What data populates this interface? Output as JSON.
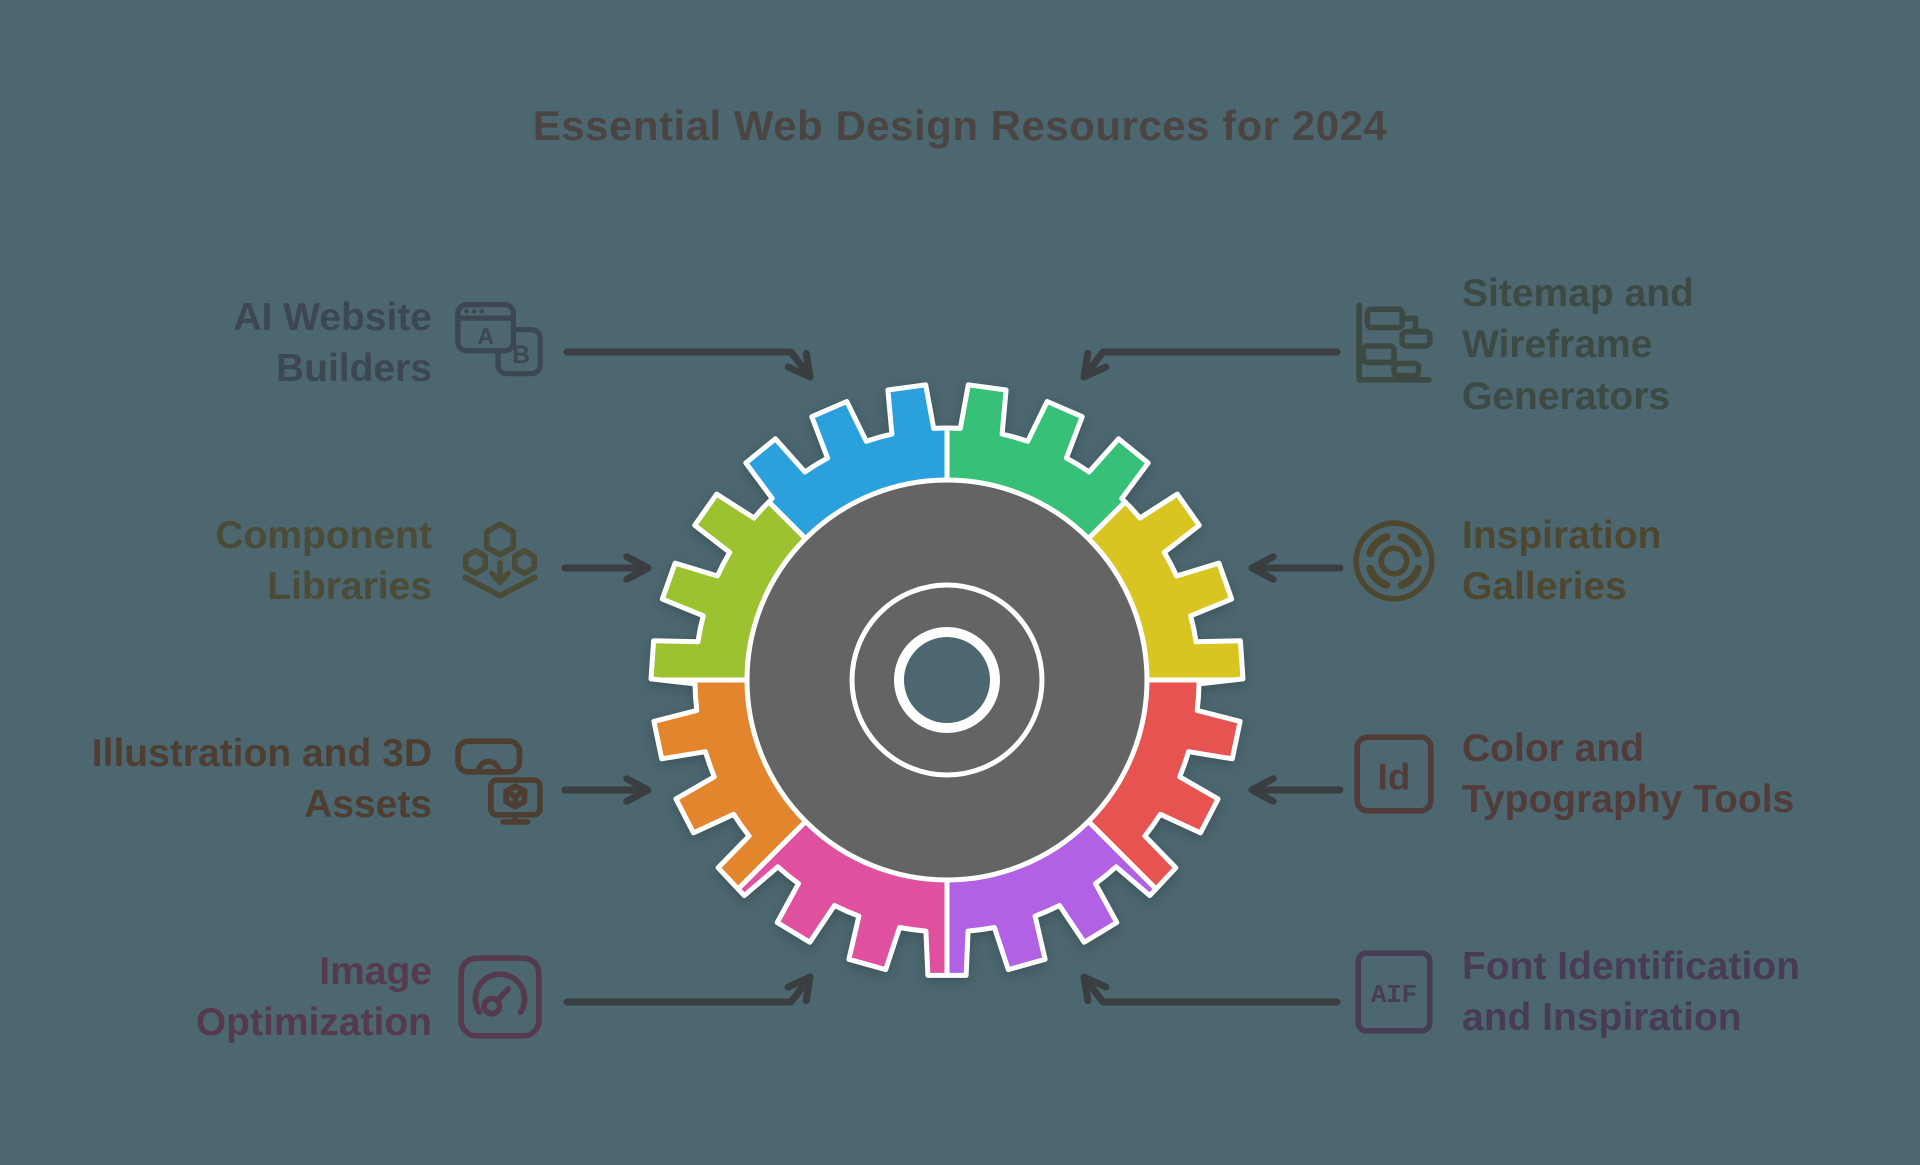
{
  "title": {
    "text": "Essential Web Design Resources for 2024",
    "color": "#4a4542"
  },
  "background_color": "#4c6770",
  "arrow_color": "#3b3e41",
  "gear": {
    "hub_color": "#646464",
    "outline_color": "#ffffff",
    "segments": [
      {
        "label": "Sitemap and Wireframe Generators",
        "color": "#37c077"
      },
      {
        "label": "Inspiration Galleries",
        "color": "#d9c522"
      },
      {
        "label": "Color and Typography Tools",
        "color": "#e65351"
      },
      {
        "label": "Font Identification and Inspiration",
        "color": "#b260e4"
      },
      {
        "label": "Image Optimization",
        "color": "#df509f"
      },
      {
        "label": "Illustration and 3D Assets",
        "color": "#e2852c"
      },
      {
        "label": "Component Libraries",
        "color": "#9cc230"
      },
      {
        "label": "AI Website Builders",
        "color": "#2aa1dc"
      }
    ]
  },
  "labels": {
    "left": [
      {
        "lines": [
          "AI Website",
          "Builders"
        ],
        "color": "#3d4751",
        "icon": "ab-test-browser-icon"
      },
      {
        "lines": [
          "Component",
          "Libraries"
        ],
        "color": "#4b4c37",
        "icon": "component-hexagons-icon"
      },
      {
        "lines": [
          "Illustration and 3D",
          "Assets"
        ],
        "color": "#4e3e31",
        "icon": "vr-3d-assets-icon"
      },
      {
        "lines": [
          "Image",
          "Optimization"
        ],
        "color": "#553a4d",
        "icon": "speedometer-icon"
      }
    ],
    "right": [
      {
        "lines": [
          "Sitemap and",
          "Wireframe",
          "Generators"
        ],
        "color": "#3d4a43",
        "icon": "sitemap-icon"
      },
      {
        "lines": [
          "Inspiration",
          "Galleries"
        ],
        "color": "#4e4730",
        "icon": "gallery-wheel-icon"
      },
      {
        "lines": [
          "Color and",
          "Typography Tools"
        ],
        "color": "#513c3a",
        "icon": "indesign-id-icon"
      },
      {
        "lines": [
          "Font Identification",
          "and Inspiration"
        ],
        "color": "#473b56",
        "icon": "aif-font-icon"
      }
    ]
  },
  "icon_text": {
    "ab_a": "A",
    "ab_b": "B",
    "id": "Id",
    "aif": "AIF"
  }
}
